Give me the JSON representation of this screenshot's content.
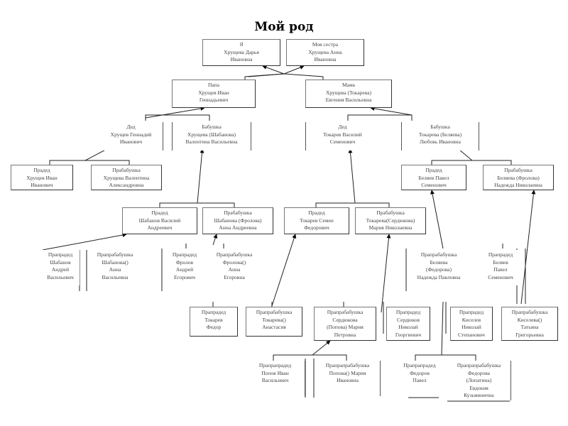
{
  "title": "Мой род",
  "nodes": {
    "me": [
      "Я",
      "Хрущева Дарья",
      "Ивановна"
    ],
    "sister": [
      "Моя сестра",
      "Хрущева Анна",
      "Ивановна"
    ],
    "father": [
      "Папа",
      "Хрущев Иван",
      "Геннадьевич"
    ],
    "mother": [
      "Мама",
      "Хрущева (Токарева)",
      "Евгения Васильевна"
    ],
    "gf_pat": [
      "Дед",
      "Хрущев Геннадий",
      "Иванович"
    ],
    "gm_pat": [
      "Бабушка",
      "Хрущева (Шабанова)",
      "Валентина Васильевна"
    ],
    "gf_mat": [
      "Дед",
      "Токарев Василий",
      "Семенович"
    ],
    "gm_mat": [
      "Бабушка",
      "Токарева (Беляева)",
      "Любовь Ивановна"
    ],
    "ggf1": [
      "Прадед",
      "Хрущев Иван",
      "Иванович"
    ],
    "ggm1": [
      "Прабабушка",
      "Хрущева Валентина",
      "Александровна"
    ],
    "ggf3": [
      "Прадед",
      "Беляев Павел",
      "Семенович"
    ],
    "ggm3": [
      "Прабабушка",
      "Беляева (Фролова)",
      "Надежда Николаевна"
    ],
    "ggf2": [
      "Прадед",
      "Шабанов Василий",
      "Андреевич"
    ],
    "ggm2": [
      "Прабабушка",
      "Шабанова (Фролова)",
      "Анна Андреевна"
    ],
    "ggf4": [
      "Прадед",
      "Токарев Семен",
      "Федорович"
    ],
    "ggm4": [
      "Прабабушка",
      "Токарева(Сердюкова)",
      "Мария Николаевна"
    ],
    "gggf_shab": [
      "Прапрадед",
      "Шабанов",
      "Андрей",
      "Васильевич"
    ],
    "gggm_shab": [
      "Прапрабабушка",
      "Шабанова()",
      "Анна",
      "Васильевна"
    ],
    "gggf_frol": [
      "Прапрадед",
      "Фролов",
      "Андрей",
      "Егорович"
    ],
    "gggm_frol": [
      "Прапрабабушка",
      "Фролова()",
      "Анна",
      "Егоровна"
    ],
    "gggm_bel": [
      "Прапрабабушка",
      "Беляева",
      "(Федорова)",
      "Надежда Павловна"
    ],
    "gggf_bel": [
      "Прапрадед",
      "Беляев",
      "Павел",
      "Семенович"
    ],
    "gggf_tok": [
      "Прапрадед",
      "Токарев",
      "Федор"
    ],
    "gggm_tok": [
      "Прапрабабушка",
      "Токарева()",
      "Анастасия"
    ],
    "gggm_serd": [
      "Прапрабабушка",
      "Сердюкова",
      "(Попова) Мария",
      "Петровна"
    ],
    "gggf_serd": [
      "Прапрадед",
      "Сердюков",
      "Николай",
      "Георгиевич"
    ],
    "gggf_kiss": [
      "Прапрадед",
      "Киселев",
      "Николай",
      "Степанович"
    ],
    "gggm_kiss": [
      "Прапрабабушка",
      "Киселева()",
      "Татьяна",
      "Григорьевна"
    ],
    "g4f_pop": [
      "Прапрапрадед",
      "Попов Иван",
      "Васильевич"
    ],
    "g4m_pop": [
      "Прапрапрабабушка",
      "Попова() Мария",
      "Ивановна"
    ],
    "g4f_fed": [
      "Прапрапрадед",
      "Федоров",
      "Павел"
    ],
    "g4m_fed": [
      "Прапрапрабабушка",
      "Федорова",
      "(Лопатина)",
      "Евдокия",
      "Кузьминична"
    ]
  }
}
